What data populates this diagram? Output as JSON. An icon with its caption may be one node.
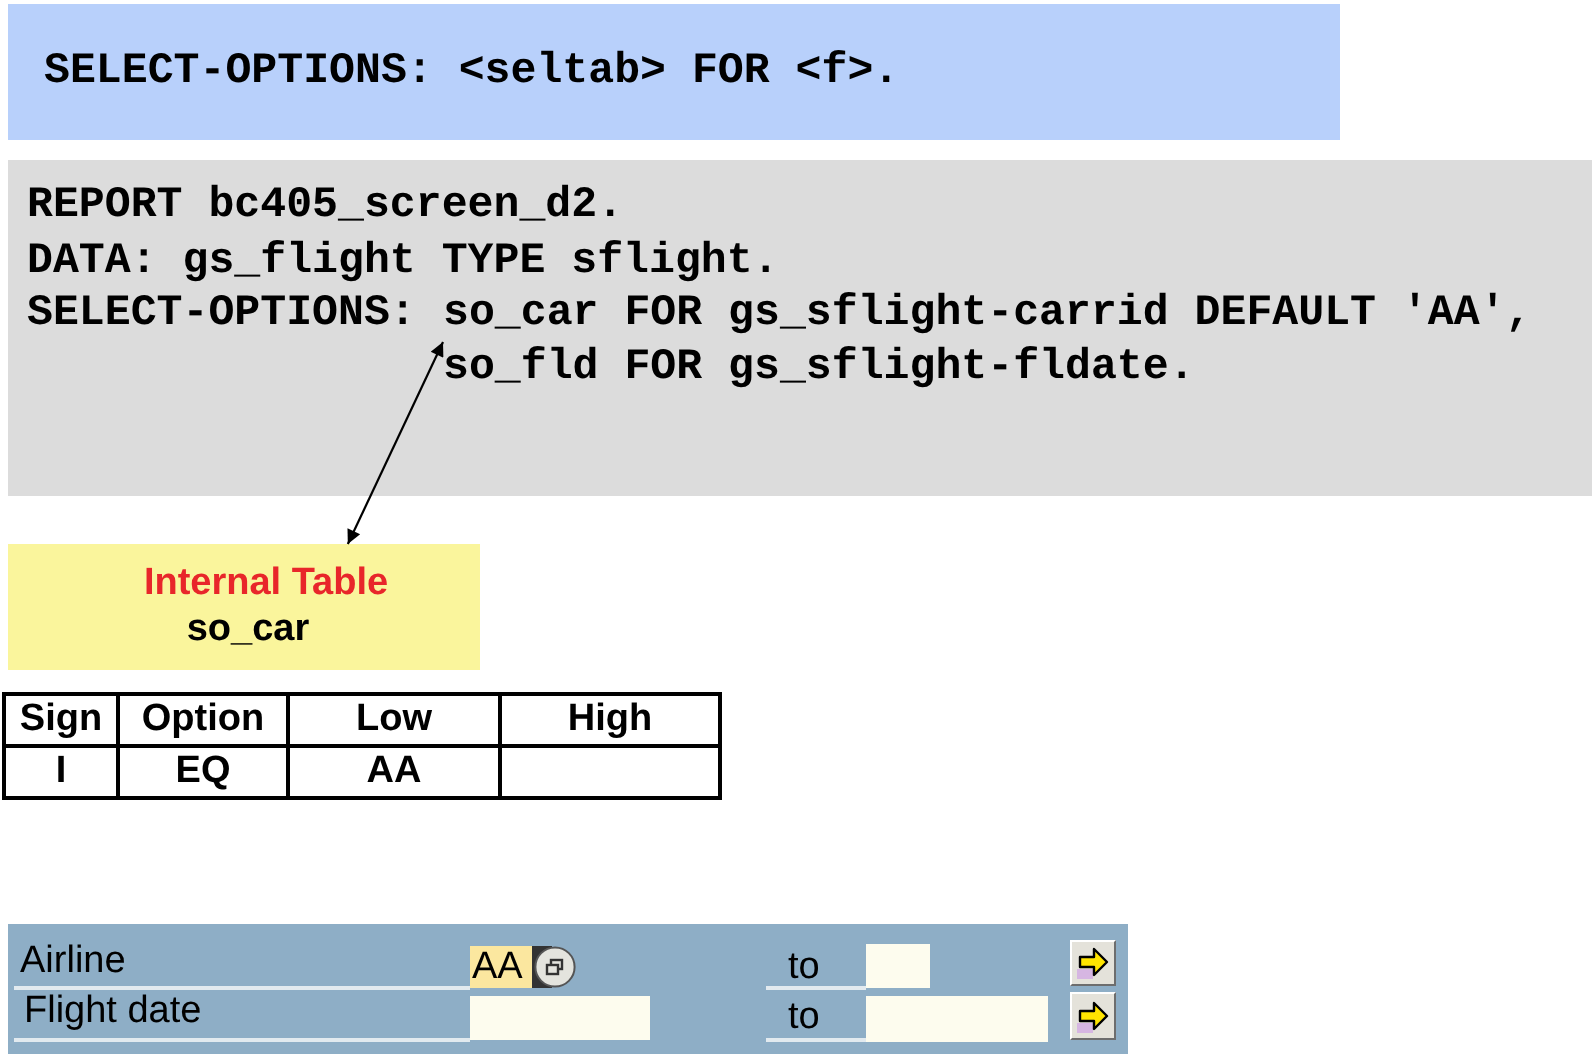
{
  "diagram": {
    "nodes": [
      {
        "text": [
          "SELECT-OPTIONS: <seltab> FOR <f>."
        ]
      },
      {
        "text": [
          "REPORT bc405_screen_d2.",
          "DATA: gs_flight TYPE sflight.",
          "SELECT-OPTIONS:"
        ]
      },
      {
        "text": [
          "so_car FOR gs_sflight-carrid DEFAULT 'AA', so_fld FOR gs_sflight-fldate."
        ],
        "in": 1
      },
      {
        "text": [
          "Internal Table",
          "so_car"
        ]
      }
    ],
    "edges": [
      {
        "from": 2,
        "to": 3,
        "arrow": "both"
      }
    ],
    "labels": [
      "Sign",
      "Option",
      "Low",
      "High",
      "I",
      "EQ",
      "AA",
      "Airline",
      "AA",
      "to",
      "Flight date",
      "to"
    ]
  }
}
